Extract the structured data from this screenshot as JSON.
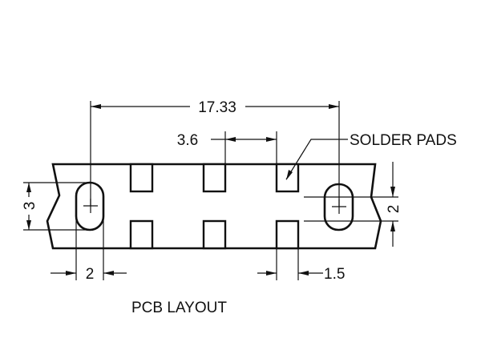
{
  "title": "PCB LAYOUT",
  "labels": {
    "solder_pads": "SOLDER PADS"
  },
  "dimensions": {
    "slot_spacing": "17.33",
    "pad_pitch": "3.6",
    "slot_height": "3",
    "slot_width": "2",
    "pad_gap": "2",
    "pad_width": "1.5"
  },
  "colors": {
    "line": "#111111",
    "background": "#ffffff"
  }
}
